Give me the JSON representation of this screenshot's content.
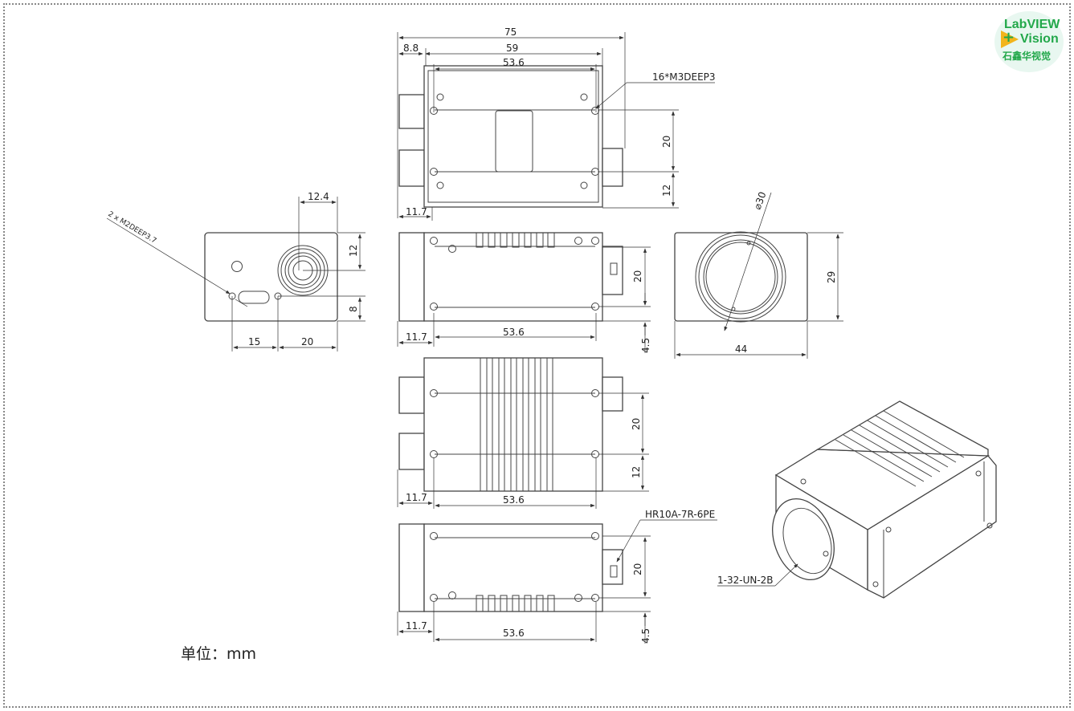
{
  "logo": {
    "line1": "LabVIEW",
    "plus": "+",
    "line2": "Vision",
    "line3": "石鑫华视觉"
  },
  "unit_label": "单位：mm",
  "top_view": {
    "d75": "75",
    "d8_8": "8.8",
    "d59": "59",
    "d53_6": "53.6",
    "thread_note": "16*M3DEEP3",
    "d20": "20",
    "d12": "12",
    "d11_7": "11.7"
  },
  "back_view": {
    "d12_4": "12.4",
    "d12": "12",
    "d8": "8",
    "d15": "15",
    "d20": "20",
    "thread_note": "2 x  M2DEEP3.7"
  },
  "side_view_1": {
    "d20": "20",
    "d4_5": "4.5",
    "d11_7": "11.7",
    "d53_6": "53.6"
  },
  "front_view": {
    "diameter": "⌀30",
    "d29": "29",
    "d44": "44"
  },
  "bottom_view": {
    "d20": "20",
    "d12": "12",
    "d11_7": "11.7",
    "d53_6": "53.6"
  },
  "side_view_2": {
    "connector_note": "HR10A-7R-6PE",
    "d20": "20",
    "d4_5": "4.5",
    "d11_7": "11.7",
    "d53_6": "53.6"
  },
  "iso_view": {
    "mount_note": "1-32-UN-2B"
  }
}
